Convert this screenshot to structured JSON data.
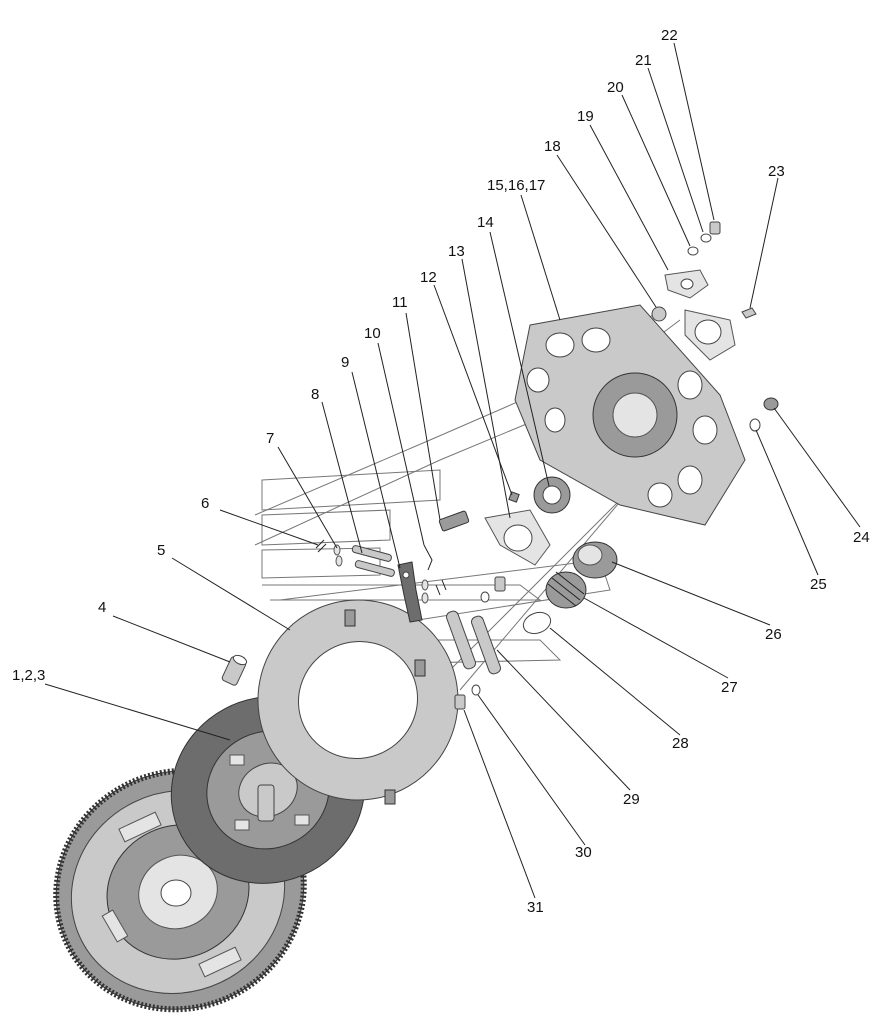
{
  "callouts": [
    {
      "id": "c1",
      "text": "1,2,3"
    },
    {
      "id": "c4",
      "text": "4"
    },
    {
      "id": "c5",
      "text": "5"
    },
    {
      "id": "c6",
      "text": "6"
    },
    {
      "id": "c7",
      "text": "7"
    },
    {
      "id": "c8",
      "text": "8"
    },
    {
      "id": "c9",
      "text": "9"
    },
    {
      "id": "c10",
      "text": "10"
    },
    {
      "id": "c11",
      "text": "11"
    },
    {
      "id": "c12",
      "text": "12"
    },
    {
      "id": "c13",
      "text": "13"
    },
    {
      "id": "c14",
      "text": "14"
    },
    {
      "id": "c15",
      "text": "15,16,17"
    },
    {
      "id": "c18",
      "text": "18"
    },
    {
      "id": "c19",
      "text": "19"
    },
    {
      "id": "c20",
      "text": "20"
    },
    {
      "id": "c21",
      "text": "21"
    },
    {
      "id": "c22",
      "text": "22"
    },
    {
      "id": "c23",
      "text": "23"
    },
    {
      "id": "c24",
      "text": "24"
    },
    {
      "id": "c25",
      "text": "25"
    },
    {
      "id": "c26",
      "text": "26"
    },
    {
      "id": "c27",
      "text": "27"
    },
    {
      "id": "c28",
      "text": "28"
    },
    {
      "id": "c29",
      "text": "29"
    },
    {
      "id": "c30",
      "text": "30"
    },
    {
      "id": "c31",
      "text": "31"
    }
  ]
}
